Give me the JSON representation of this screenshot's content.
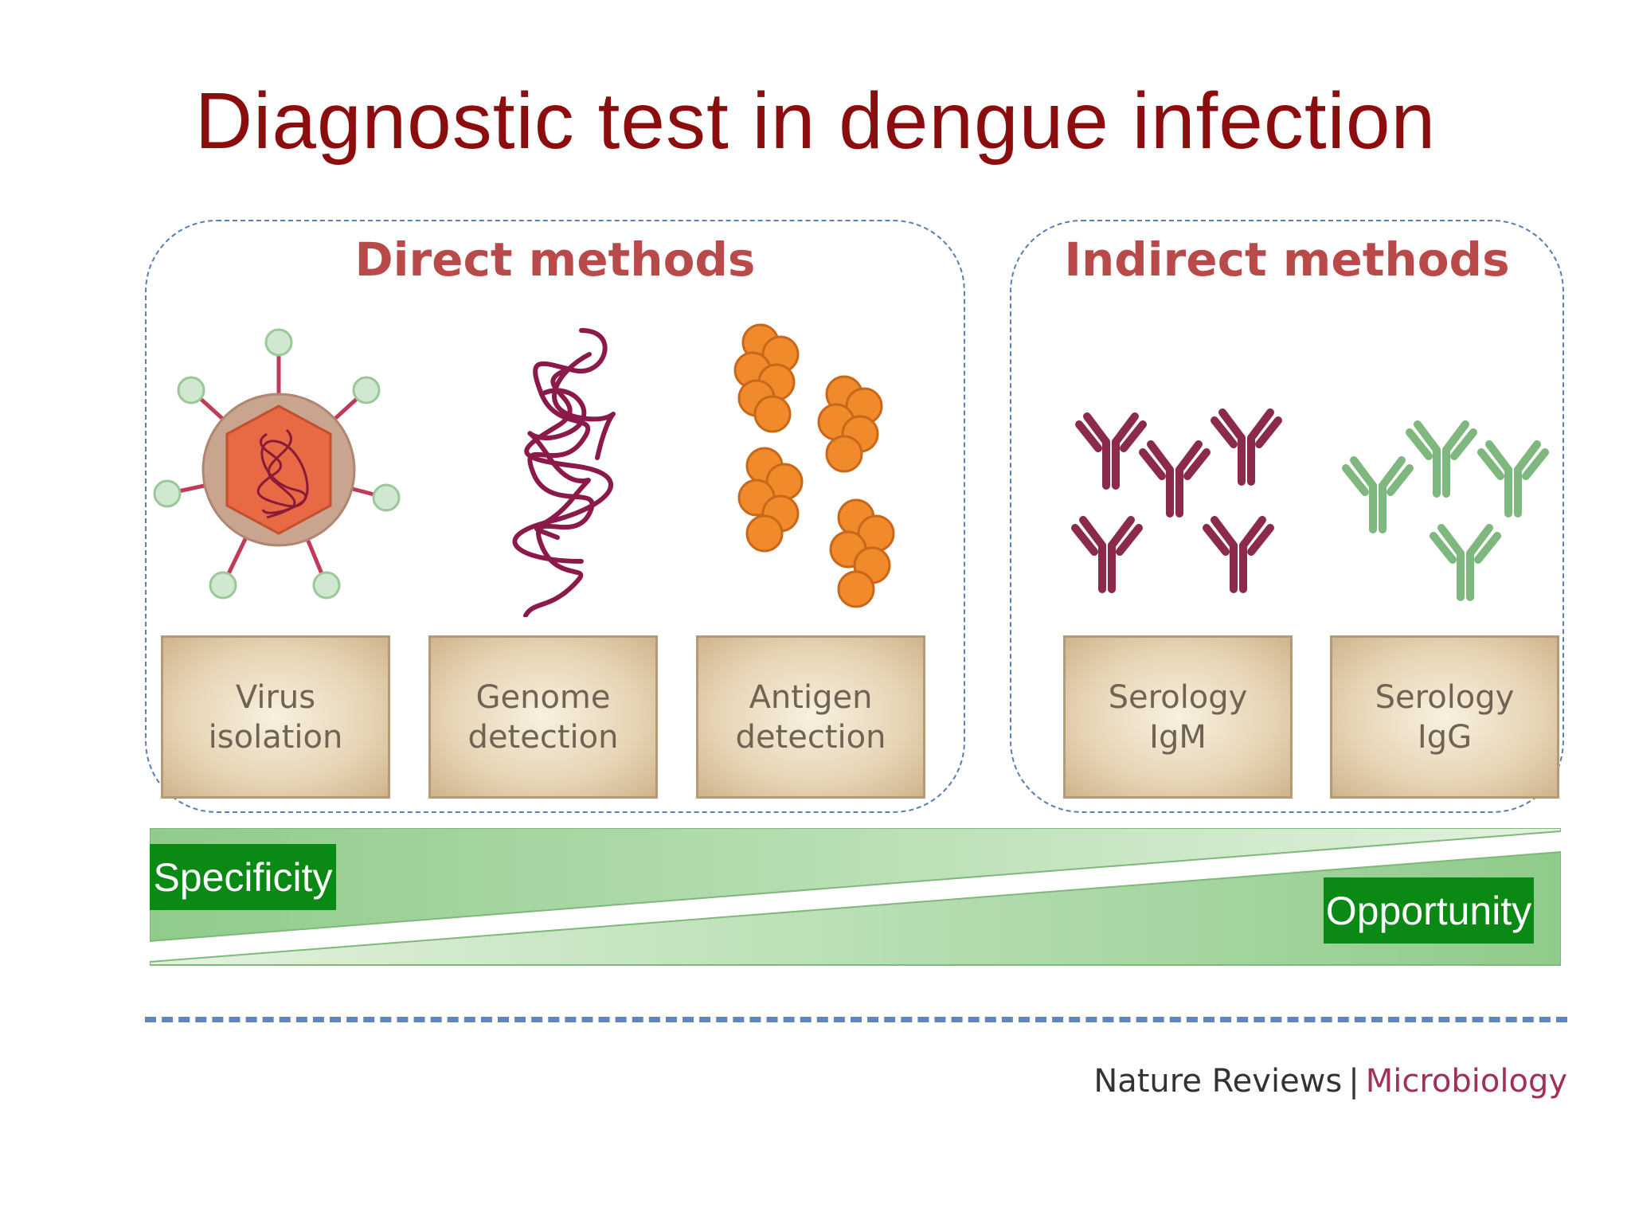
{
  "title": "Diagnostic test in dengue infection",
  "groups": {
    "direct": {
      "label": "Direct methods"
    },
    "indirect": {
      "label": "Indirect methods"
    }
  },
  "methods": [
    {
      "line1": "Virus",
      "line2": "isolation"
    },
    {
      "line1": "Genome",
      "line2": "detection"
    },
    {
      "line1": "Antigen",
      "line2": "detection"
    },
    {
      "line1": "Serology",
      "line2": "IgM"
    },
    {
      "line1": "Serology",
      "line2": "IgG"
    }
  ],
  "gradient": {
    "left_label": "Specificity",
    "right_label": "Opportunity"
  },
  "credit": {
    "publisher": "Nature Reviews",
    "separator": "|",
    "journal": "Microbiology"
  },
  "colors": {
    "title": "#8b0d0d",
    "group_label": "#b94a4a",
    "label_pill": "#0a8a15",
    "wedge": "#a8d5a0",
    "igm": "#8b2a4a",
    "igg": "#7fb87f",
    "antigen": "#f08a2a",
    "genome": "#8b1a4a"
  }
}
